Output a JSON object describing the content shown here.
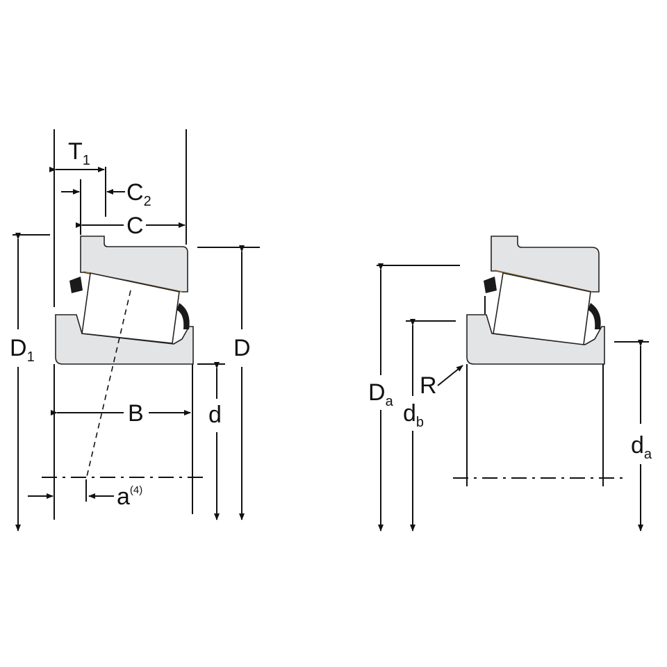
{
  "left_figure": {
    "labels": {
      "T": "T",
      "T_sub": "1",
      "C2": "C",
      "C2_sub": "2",
      "C": "C",
      "D1": "D",
      "D1_sub": "1",
      "D": "D",
      "B": "B",
      "d": "d",
      "a": "a",
      "a_sup": "(4)"
    }
  },
  "right_figure": {
    "labels": {
      "Da": "D",
      "Da_sub": "a",
      "R": "R",
      "db": "d",
      "db_sub": "b",
      "da": "d",
      "da_sub": "a"
    }
  }
}
